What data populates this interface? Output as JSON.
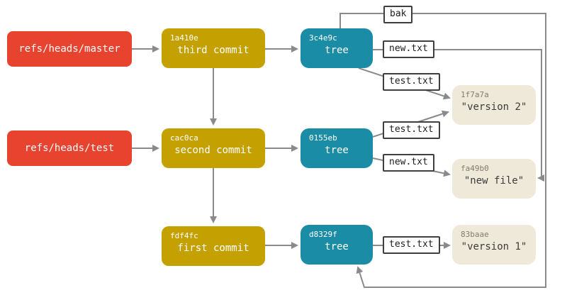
{
  "nodes": {
    "refs": [
      {
        "label": "refs/heads/master"
      },
      {
        "label": "refs/heads/test"
      }
    ],
    "commits": [
      {
        "hash": "1a410e",
        "label": "third commit"
      },
      {
        "hash": "cac0ca",
        "label": "second commit"
      },
      {
        "hash": "fdf4fc",
        "label": "first commit"
      }
    ],
    "trees": [
      {
        "hash": "3c4e9c",
        "label": "tree"
      },
      {
        "hash": "0155eb",
        "label": "tree"
      },
      {
        "hash": "d8329f",
        "label": "tree"
      }
    ],
    "blobs": [
      {
        "hash": "1f7a7a",
        "label": "\"version 2\""
      },
      {
        "hash": "fa49b0",
        "label": "\"new file\""
      },
      {
        "hash": "83baae",
        "label": "\"version 1\""
      }
    ]
  },
  "edge_labels": [
    {
      "id": "bak",
      "label": "bak"
    },
    {
      "id": "new-txt-top",
      "label": "new.txt"
    },
    {
      "id": "test-txt-top",
      "label": "test.txt"
    },
    {
      "id": "test-txt-middle",
      "label": "test.txt"
    },
    {
      "id": "new-txt-middle",
      "label": "new.txt"
    },
    {
      "id": "test-txt-bottom",
      "label": "test.txt"
    }
  ],
  "colors": {
    "ref": "#e8432f",
    "commit": "#c4a000",
    "tree": "#1b8ca6",
    "blob": "#efe9da",
    "line": "#8a8a8a",
    "label_border": "#3f3f3f"
  }
}
